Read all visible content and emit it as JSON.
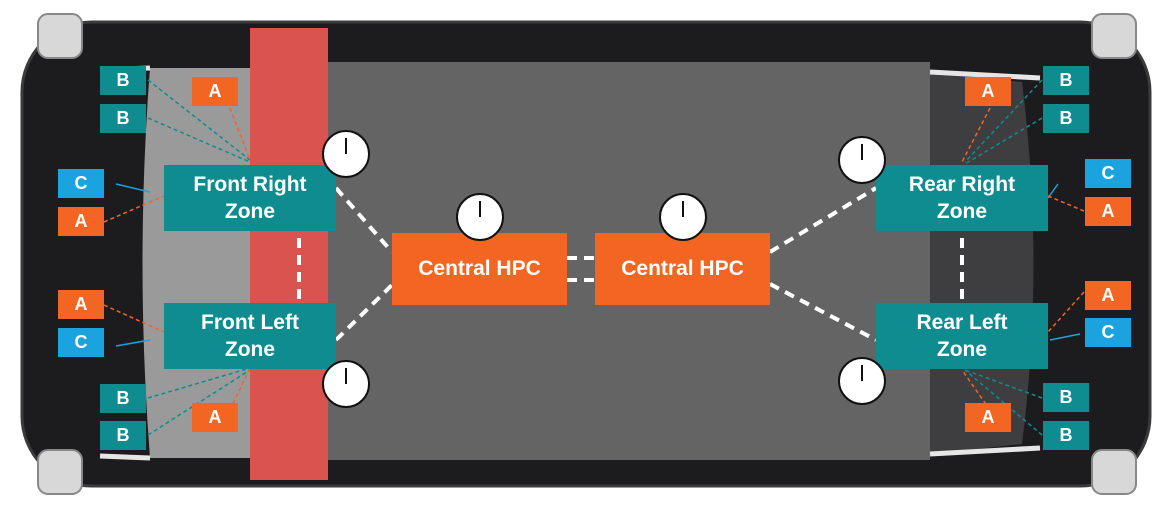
{
  "colors": {
    "zone": "#0e8c8f",
    "hpc": "#f26522",
    "tag_A": "#f26522",
    "tag_B": "#0e8c8f",
    "tag_C": "#1aa3de",
    "highlight_band": "#d9534f",
    "vehicle_body": "#1c1c1e",
    "roof_glass": "#646464"
  },
  "zones": {
    "front_right": "Front Right\nZone",
    "front_left": "Front Left\nZone",
    "rear_right": "Rear Right\nZone",
    "rear_left": "Rear Left\nZone"
  },
  "hpcs": {
    "left": "Central HPC",
    "right": "Central HPC"
  },
  "tags": {
    "fr_b1": "B",
    "fr_a1": "A",
    "fr_b2": "B",
    "fr_c": "C",
    "fr_a2": "A",
    "fl_a": "A",
    "fl_c": "C",
    "fl_b1": "B",
    "fl_a2": "A",
    "fl_b2": "B",
    "rr_a1": "A",
    "rr_b1": "B",
    "rr_b2": "B",
    "rr_c": "C",
    "rr_a2": "A",
    "rl_a": "A",
    "rl_c": "C",
    "rl_b1": "B",
    "rl_a2": "A",
    "rl_b2": "B"
  },
  "icons": {
    "clock": "clock-icon",
    "sensor": "lidar-sensor-icon"
  }
}
